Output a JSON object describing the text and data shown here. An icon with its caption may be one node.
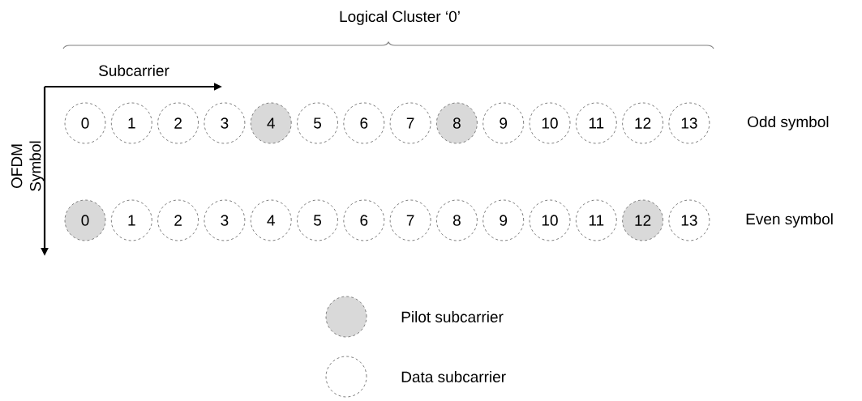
{
  "diagram": {
    "nodes": [
      {
        "text": [
          "0"
        ]
      },
      {
        "text": [
          "1"
        ]
      },
      {
        "text": [
          "2"
        ]
      },
      {
        "text": [
          "3"
        ]
      },
      {
        "text": [
          "4"
        ]
      },
      {
        "text": [
          "5"
        ]
      },
      {
        "text": [
          "6"
        ]
      },
      {
        "text": [
          "7"
        ]
      },
      {
        "text": [
          "8"
        ]
      },
      {
        "text": [
          "9"
        ]
      },
      {
        "text": [
          "10"
        ]
      },
      {
        "text": [
          "11"
        ]
      },
      {
        "text": [
          "12"
        ]
      },
      {
        "text": [
          "13"
        ]
      },
      {
        "text": [
          "0"
        ]
      },
      {
        "text": [
          "1"
        ]
      },
      {
        "text": [
          "2"
        ]
      },
      {
        "text": [
          "3"
        ]
      },
      {
        "text": [
          "4"
        ]
      },
      {
        "text": [
          "5"
        ]
      },
      {
        "text": [
          "6"
        ]
      },
      {
        "text": [
          "7"
        ]
      },
      {
        "text": [
          "8"
        ]
      },
      {
        "text": [
          "9"
        ]
      },
      {
        "text": [
          "10"
        ]
      },
      {
        "text": [
          "11"
        ]
      },
      {
        "text": [
          "12"
        ]
      },
      {
        "text": [
          "13"
        ]
      }
    ],
    "labels": [
      "Logical Cluster ‘0’",
      "Subcarrier",
      "Odd symbol",
      "OFDM Symbol",
      "Even symbol"
    ],
    "legend": [
      {
        "text": "Pilot subcarrier",
        "color": "#d9d9d9"
      },
      {
        "text": "Data subcarrier"
      }
    ]
  }
}
